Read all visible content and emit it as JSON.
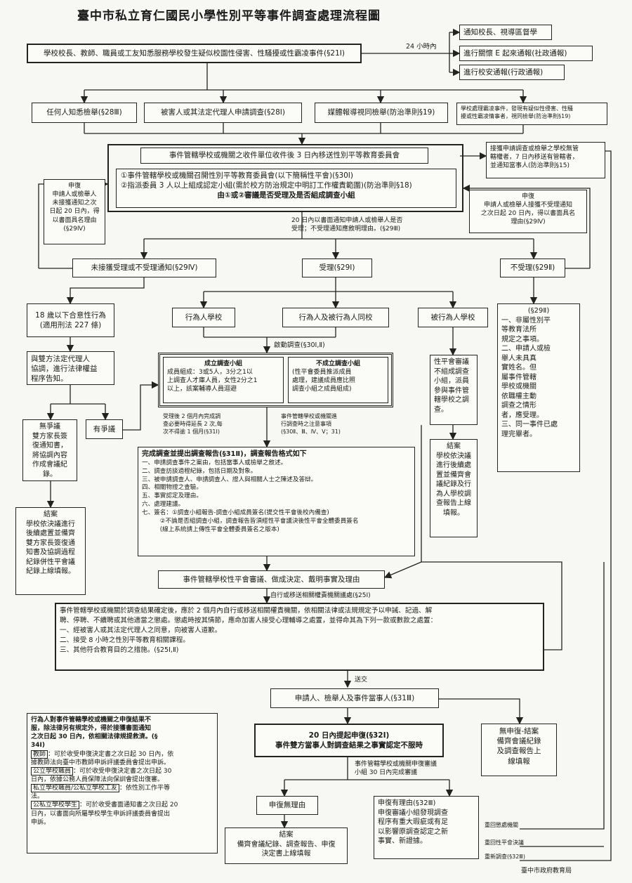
{
  "title": "臺中市私立育仁國民小學性別平等事件調查處理流程圖",
  "footer": "臺中市政府教育局",
  "labels": {
    "within24h": "24 小時內",
    "within20days": "20 日內以書面通知申請人或檢舉人是否\n受理；不受理通知應敘明理由。(§29Ⅲ)",
    "investigate": "啟動調查(§30Ⅰ,Ⅱ)",
    "extension": "受理後 2 個月內完成調\n查必要時得延長 2 次,每\n次不得逾 1 個月(§31Ⅰ)",
    "considerations": "事件管轄學校或機關進\n行調查時之注意事項\n(§30Ⅱ、Ⅲ、Ⅳ、Ⅴ；31)",
    "within_transfer": "自行或移送相關權責機關議處(§25Ⅰ)",
    "served": "送交",
    "review30": "事件管轄學校或機關申復審議\n小組 30 日內完成審議",
    "back_org": "重回懲處機關",
    "back_committee": "重回性平會決議",
    "reinvestigate": "重新調查(§32Ⅲ)"
  },
  "boxes": {
    "notify_principal": "通知校長、視導區督學",
    "ereport": "進行關懷 E 起來通報(社政通報)",
    "campus_report": "進行校安通報(行政通報)",
    "trigger": "學校校長、教師、職員或工友知悉服務學校發生疑似校園性侵害、性騷擾或性霸凌事件(§21Ⅰ)",
    "anyone": "任何人知悉檢舉(§28Ⅲ)",
    "victim_apply": "被害人或其法定代理人申請調查(§28Ⅰ)",
    "media": "媒體報導視同檢舉(防治準則§19)",
    "school_process": "學校處理霸凌事件，發現有疑似性侵害、性騷\n擾或性霸凌情事者，視同檢舉(防治準則§19)",
    "receipt": "事件管轄學校或機關之收件單位收件後 3 日內移送性別平等教育委員會",
    "committee_1": "①事件管轄學校或機關召開性別平等教育委員會(以下簡稱性平會)(§30Ⅰ)",
    "committee_2": "②指派委員 3 人以上組成認定小組(需於校方防治規定中明訂工作權責範圍)(防治準則§18)",
    "committee_3": "由①或②審議是否受理及是否組成調查小組",
    "transfer": "接獲申請調查或檢舉之學校無管\n轄權者，7 日內移送有管轄者，\n並通知當事人(防治準則§15)",
    "appeal_left": "申復\n申請人或檢舉人\n未接獲通知之次\n日起 20 日內，得\n以書面具名理由\n(§29Ⅳ)",
    "appeal_right": "申復\n申請人或檢舉人接獲不受理通知\n之次日起 20 日內，得以書面具名\n理由(§29Ⅳ)",
    "no_notice": "未接獲受理或不受理通知(§29Ⅳ)",
    "accepted": "受理(§29Ⅰ)",
    "rejected": "不受理(§29Ⅱ)",
    "under18": "18 歲以下合意性行為\n(適用刑法 227 條)",
    "actor_school": "行為人學校",
    "same_school": "行為人及被行為人同校",
    "victim_school": "被行為人學校",
    "reject_reasons_title": "(§29Ⅱ)",
    "reject_reasons": "一、非屬性別平\n等教育法所\n規定之事項。\n二、申請人或檢\n舉人未具真\n實姓名。但\n屬事件管轄\n學校或機關\n依職權主動\n調查之情形\n者，應受理。\n三、同一事件已處\n理完畢者。",
    "guardian": "與雙方法定代理人\n協調，進行法律權益\n程序告知。",
    "form_team_title": "成立調查小組",
    "form_team_body": "成員組成：3或5人，3分之1以\n上調查人才庫人員，女性2分之1\n以上，該案輔導人員迴避",
    "no_team_title": "不成立調查小組",
    "no_team_body": "(性平會委員推派成員\n處理，建議成員應比照\n調查小組之成員組成)",
    "no_dispute": "無爭議\n雙方家長簽\n復通知書，\n將協調內容\n作成會議紀\n錄。",
    "dispute": "有爭議",
    "victim_school_detail": "性平會審議\n不組成調查\n小組，派員\n參與事件管\n轄學校之調\n查。",
    "close_left": "結案\n學校依決議進行\n後續處置並備齊\n雙方家長簽復通\n知書及協調過程\n紀錄併性平會議\n紀錄上線填報。",
    "close_victim": "結案\n學校依決議\n進行後續處\n置並備齊會\n議紀錄及行\n為人學校調\n查報告上線\n填報。",
    "report_title": "完成調查並提出調查報告(§31Ⅱ)，調查報告格式如下",
    "report_items": "一、申請調查事件之案由，包括當事人或檢舉之敘述。\n二、調查訪談過程紀錄，包括日期及對象。\n三、被申請調查人、申請調查人、證人與相關人士之陳述及答辯。\n四、相關物證之查驗。\n五、事實認定及理由。\n六、處理建議。\n七、簽名：①調查小組報告-調查小組成員簽名(提交性平會後校內備查)\n　　　②不論是否組調查小組，調查報告皆須經性平會議決後性平會全體委員簽名\n　　　(線上系統請上傳性平會全體委員簽名之版本)",
    "committee_review": "事件管轄學校性平會審議、做成決定、戴明事實及理由",
    "decision": "事件管轄學校或機關於調查結果確定後，應於 2 個月內自行或移送相關權責機關，依相關法律或法規規定予以申誡、記過、解\n聘、停聘、不續聘或其他適當之懲處。懲處時按其情節，應命加害人接受心理輔導之處置，並得命其為下列一款或數款之處置：\n一、經被害人或其法定代理人之同意，向被害人道歉。\n二、接受 8 小時之性別平等教育相關課程。\n三、其他符合教育目的之措施。(§25Ⅰ,Ⅱ)",
    "parties": "申請人、檢舉人及事件當事人(§31Ⅲ)",
    "appeal_actor": "行為人對事件管轄學校或機關之申復結果不\n服，除法律另有規定外，得於接獲書面通知\n之次日起 30 日內，依相關法律規提救濟。(§\n34Ⅰ)",
    "teacher_label": "教師",
    "teacher_text": "：可於收受申復決定書之次日起 30 日內，依\n據教師法向臺中市教師申訴評議委員會提出申訴。",
    "public_staff_label": "公立學校職員",
    "public_staff_text": "：可於收受申復決定書之次日起 30\n日內，依據公務人員保障法向保訓會提出復審。",
    "private_staff_label": "私立學校職員/公私立學校工友",
    "private_staff_text": "：依性別工作平等\n法。",
    "student_label": "公私立學校學生",
    "student_text": "：可於收受書面通知書之次日起 20\n日內，以書面向所屬學校學生申訴評議委員會提出\n申訴。",
    "appeal20": "20 日內提起申復(§32Ⅰ)\n事件雙方當事人對調查結果之事實認定不服時",
    "no_appeal": "無申復-結案\n備齊會議紀錄\n及調查報告上\n線填報",
    "appeal_no_reason": "申復無理由",
    "appeal_reason": "申復有理由(§32Ⅲ)\n申復審議小組發現調查\n程序有重大瑕疵或有足\n以影響原調查認定之新\n事實、新證據。",
    "close_final": "結案\n備齊會議紀錄、調查報告、申復\n決定書上線填報"
  }
}
